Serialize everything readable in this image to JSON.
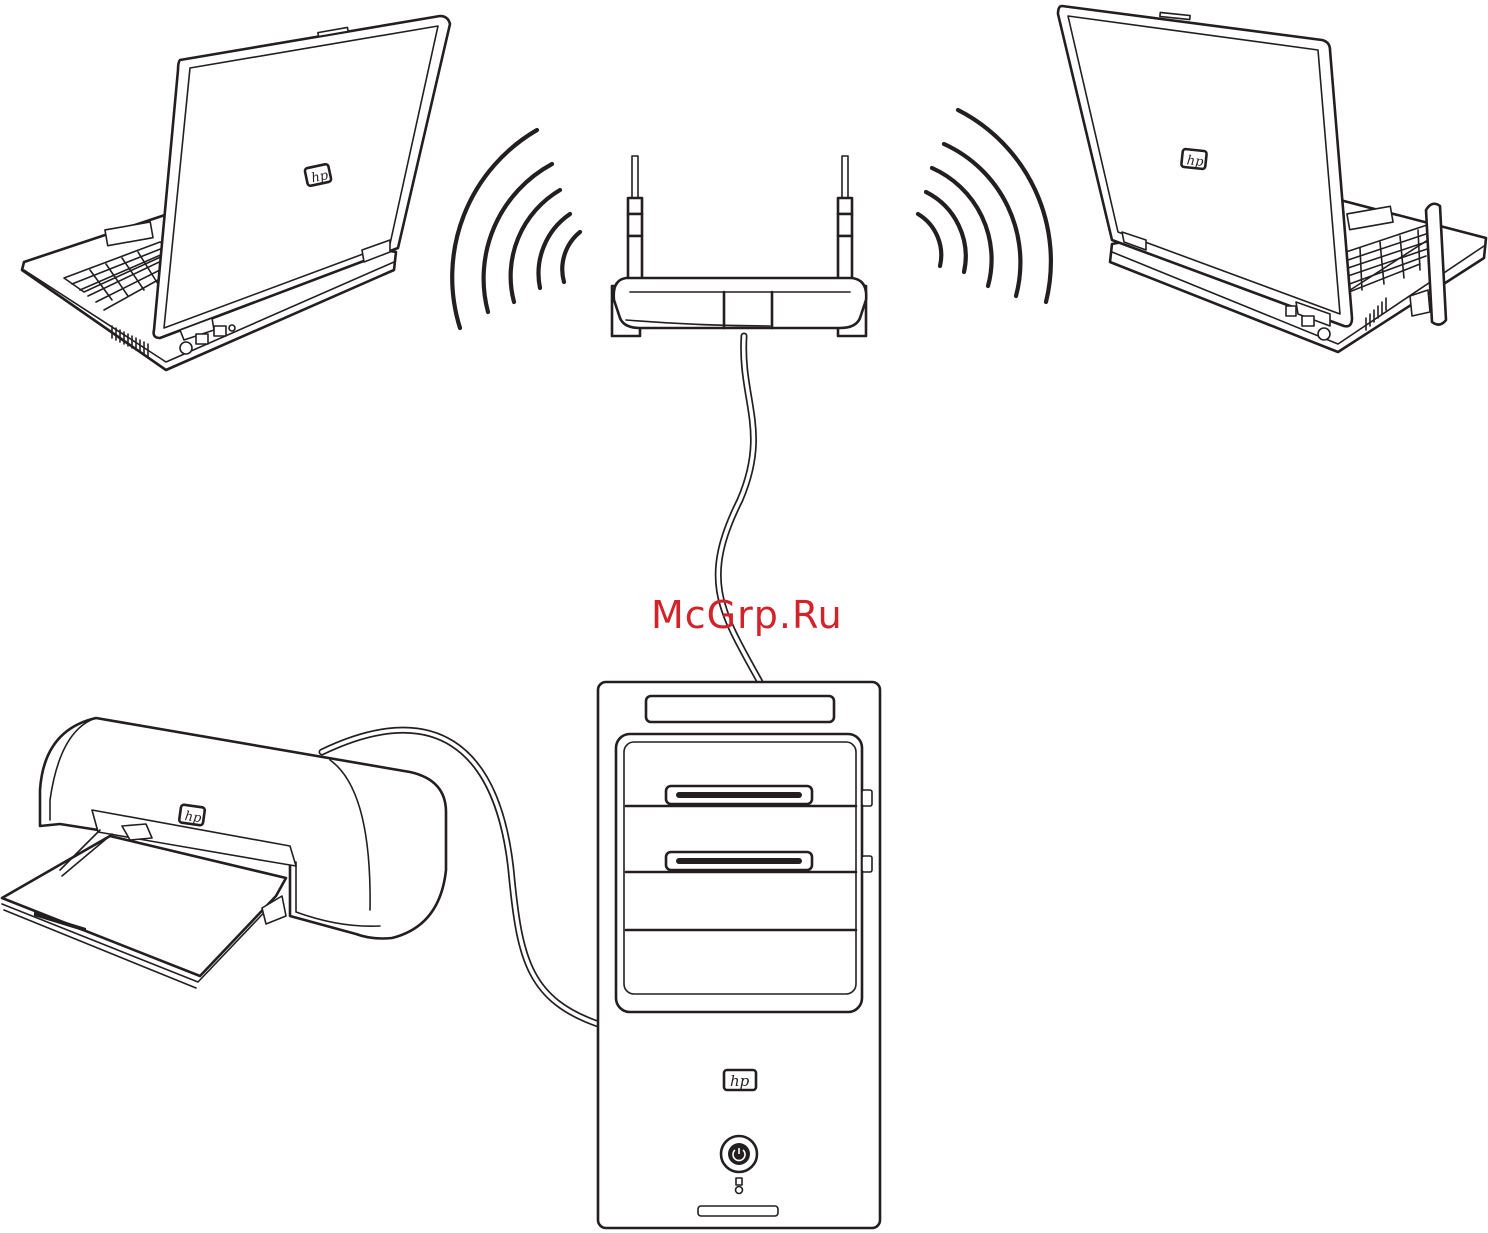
{
  "watermark": {
    "text": "McGrp.Ru",
    "color": "#d2232a"
  },
  "nodes": [
    {
      "id": "laptop-left",
      "kind": "laptop",
      "icon": "laptop-icon",
      "connection": "wireless"
    },
    {
      "id": "router",
      "kind": "wireless-router",
      "icon": "router-icon"
    },
    {
      "id": "laptop-right",
      "kind": "laptop",
      "icon": "laptop-icon",
      "connection": "wireless"
    },
    {
      "id": "desktop",
      "kind": "desktop-tower",
      "icon": "desktop-tower-icon",
      "connection": "wired"
    },
    {
      "id": "printer",
      "kind": "printer",
      "icon": "printer-icon",
      "connection": "wired"
    }
  ],
  "links": [
    {
      "from": "router",
      "to": "laptop-left",
      "type": "wireless"
    },
    {
      "from": "router",
      "to": "laptop-right",
      "type": "wireless"
    },
    {
      "from": "router",
      "to": "desktop",
      "type": "cable"
    },
    {
      "from": "desktop",
      "to": "printer",
      "type": "cable"
    }
  ],
  "line_color": "#231f20"
}
